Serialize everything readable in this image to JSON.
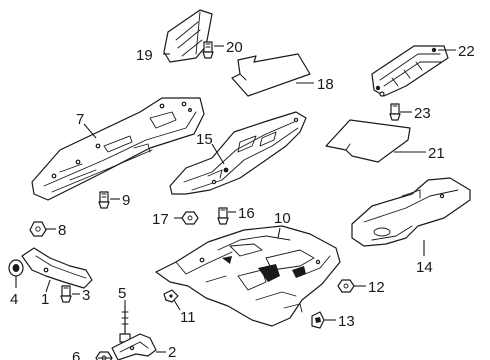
{
  "diagram": {
    "labels": [
      "1",
      "2",
      "3",
      "4",
      "5",
      "6",
      "7",
      "8",
      "9",
      "10",
      "11",
      "12",
      "13",
      "14",
      "15",
      "16",
      "17",
      "18",
      "19",
      "20",
      "21",
      "22",
      "23"
    ]
  },
  "colors": {
    "line": "#1a1a1a",
    "background": "#ffffff"
  }
}
